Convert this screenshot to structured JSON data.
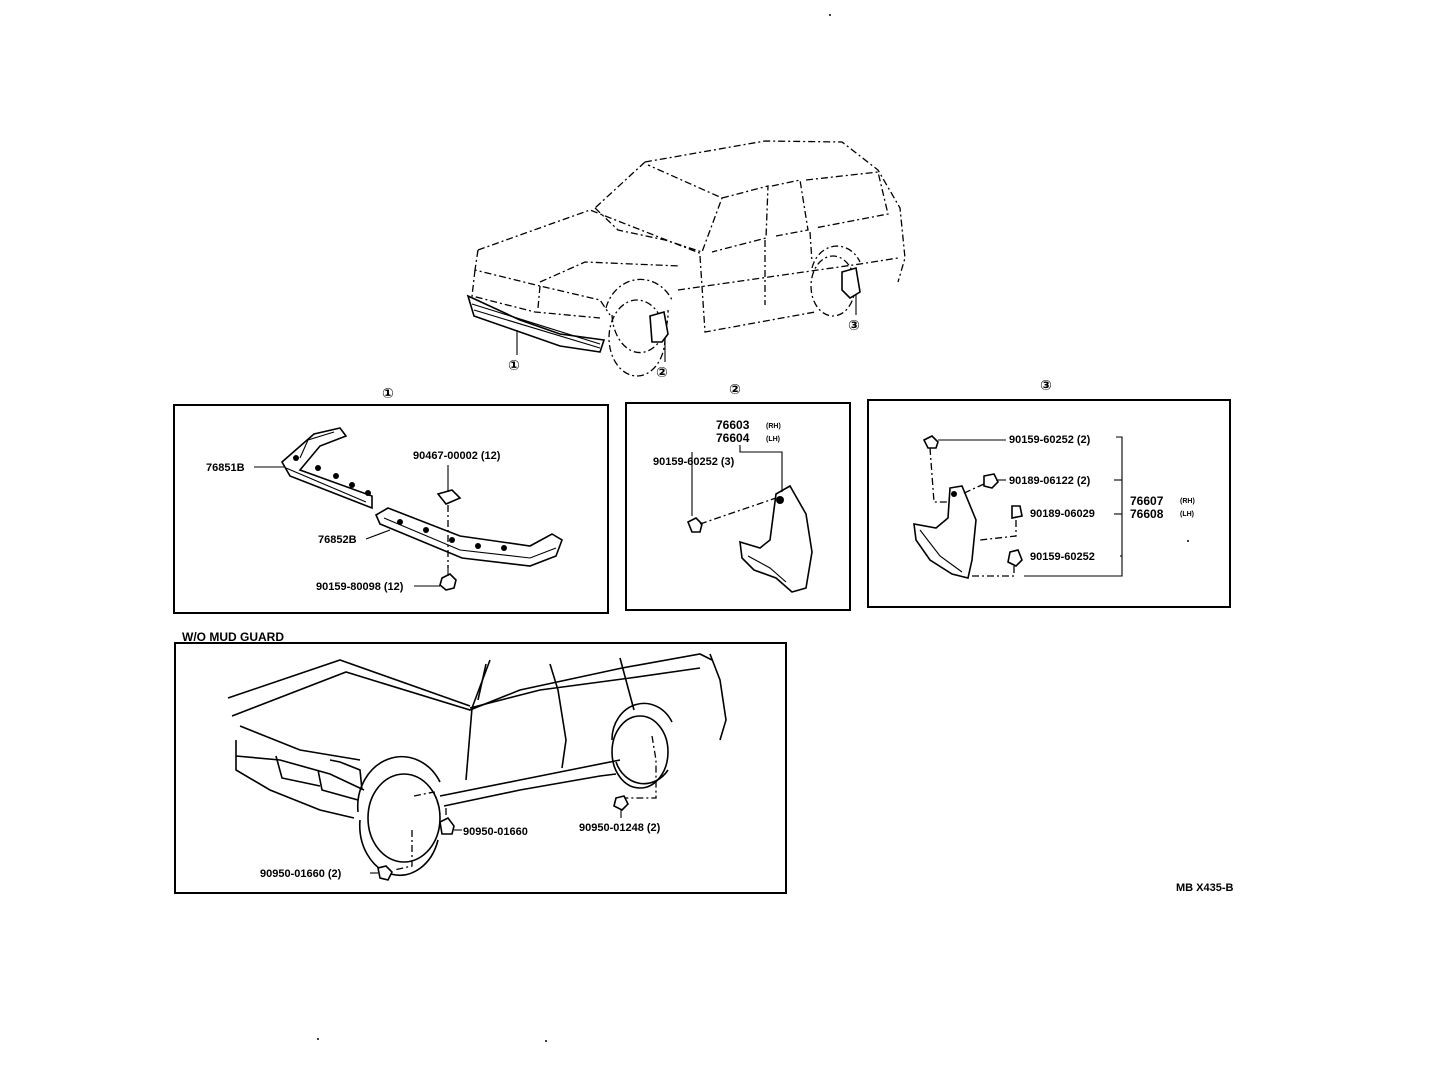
{
  "overview": {
    "callouts": [
      "①",
      "②",
      "③"
    ]
  },
  "panel1": {
    "marker": "①",
    "labels": {
      "part_76851B": "76851B",
      "part_76852B": "76852B",
      "part_90467": "90467-00002 (12)",
      "part_90159_80098": "90159-80098 (12)"
    }
  },
  "panel2": {
    "marker": "②",
    "labels": {
      "part_76603": "76603",
      "part_76603_side": "(RH)",
      "part_76604": "76604",
      "part_76604_side": "(LH)",
      "part_90159_60252": "90159-60252 (3)"
    }
  },
  "panel3": {
    "marker": "③",
    "labels": {
      "part_90159_60252_top": "90159-60252 (2)",
      "part_90189_06122": "90189-06122 (2)",
      "part_90189_06029": "90189-06029",
      "part_90159_60252_bottom": "90159-60252",
      "part_76607": "76607",
      "part_76607_side": "(RH)",
      "part_76608": "76608",
      "part_76608_side": "(LH)"
    }
  },
  "panel4": {
    "title": "W/O MUD GUARD",
    "labels": {
      "part_90950_01660_a": "90950-01660",
      "part_90950_01248": "90950-01248 (2)",
      "part_90950_01660_b": "90950-01660 (2)"
    }
  },
  "footer": {
    "diagram_code": "MB X435-B"
  }
}
